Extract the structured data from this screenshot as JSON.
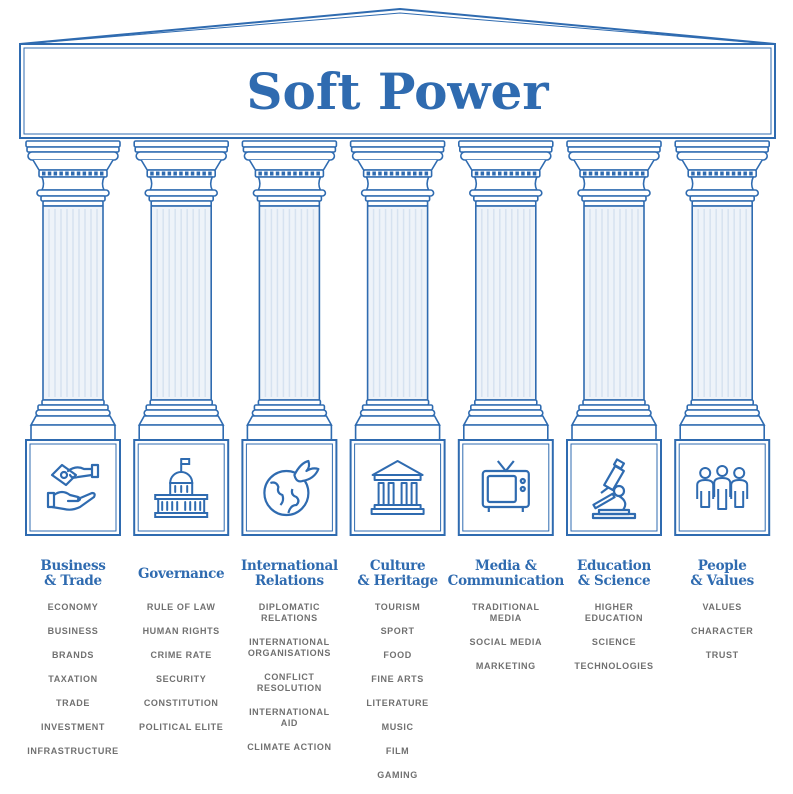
{
  "title": "Soft Power",
  "colors": {
    "primary": "#2f6bb0",
    "text_gray": "#707070",
    "shaft_fill": "#eef3f9"
  },
  "pillars": [
    {
      "heading": "Business\n& Trade",
      "icon": "handshake-money-icon",
      "items": [
        "ECONOMY",
        "BUSINESS",
        "BRANDS",
        "TAXATION",
        "TRADE",
        "INVESTMENT",
        "INFRASTRUCTURE"
      ]
    },
    {
      "heading": "Governance",
      "icon": "capitol-building-icon",
      "items": [
        "RULE OF LAW",
        "HUMAN RIGHTS",
        "CRIME RATE",
        "SECURITY",
        "CONSTITUTION",
        "POLITICAL ELITE"
      ]
    },
    {
      "heading": "International\nRelations",
      "icon": "globe-dove-icon",
      "items": [
        "DIPLOMATIC\nRELATIONS",
        "INTERNATIONAL\nORGANISATIONS",
        "CONFLICT\nRESOLUTION",
        "INTERNATIONAL\nAID",
        "CLIMATE ACTION"
      ]
    },
    {
      "heading": "Culture\n& Heritage",
      "icon": "museum-icon",
      "items": [
        "TOURISM",
        "SPORT",
        "FOOD",
        "FINE ARTS",
        "LITERATURE",
        "MUSIC",
        "FILM",
        "GAMING"
      ]
    },
    {
      "heading": "Media &\nCommunication",
      "icon": "television-icon",
      "items": [
        "TRADITIONAL\nMEDIA",
        "SOCIAL MEDIA",
        "MARKETING"
      ]
    },
    {
      "heading": "Education\n& Science",
      "icon": "microscope-icon",
      "items": [
        "HIGHER\nEDUCATION",
        "SCIENCE",
        "TECHNOLOGIES"
      ]
    },
    {
      "heading": "People\n& Values",
      "icon": "people-group-icon",
      "items": [
        "VALUES",
        "CHARACTER",
        "TRUST"
      ]
    }
  ]
}
